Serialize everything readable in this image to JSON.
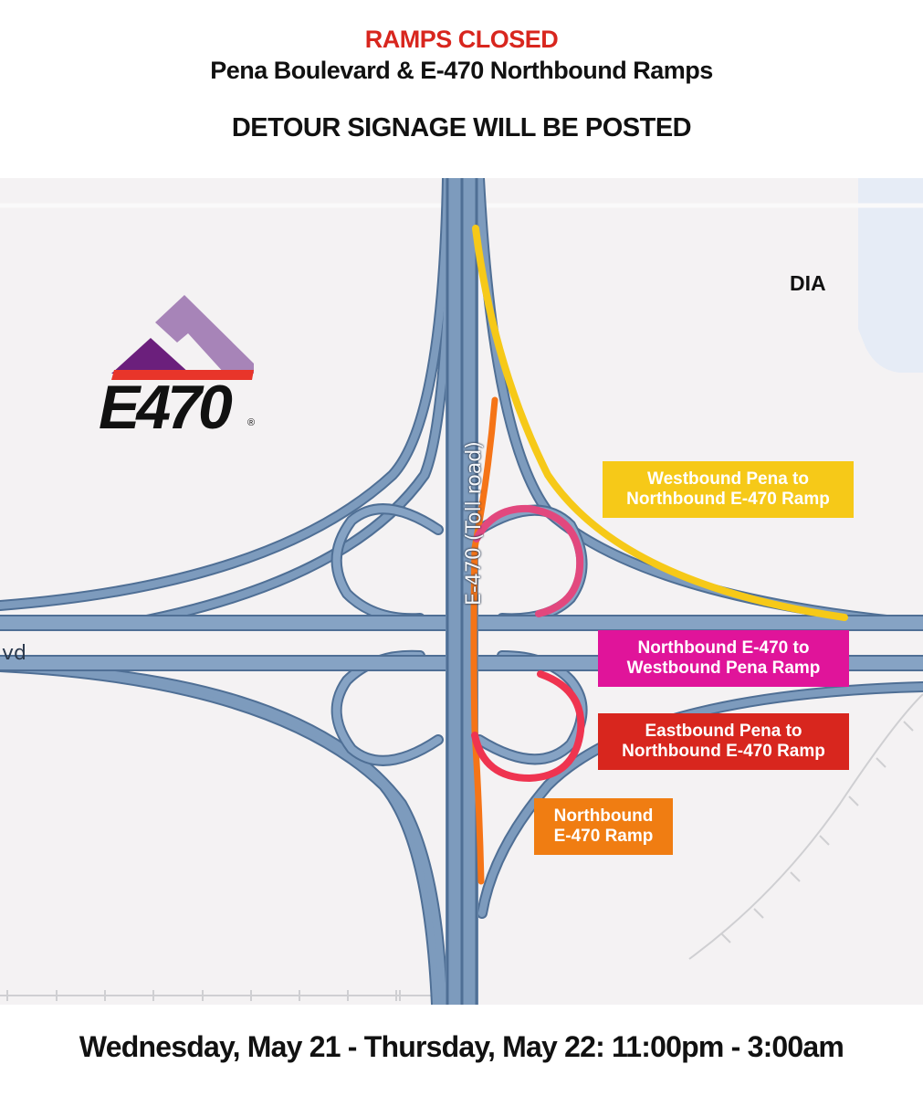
{
  "header": {
    "alert_title": "RAMPS CLOSED",
    "subtitle": "Pena Boulevard & E-470 Northbound Ramps",
    "notice": "DETOUR SIGNAGE WILL BE POSTED"
  },
  "map": {
    "road_labels": {
      "e470": "E-470 (Toll road)",
      "pena_partial": "vd",
      "dia": "DIA"
    },
    "logo": {
      "text": "E470",
      "registered": "®",
      "colors": {
        "dark_purple": "#6b1f7c",
        "light_purple": "#a784b8",
        "red_bar": "#e8352a"
      }
    },
    "road_color": "#7d9bbd",
    "road_outline": "#4f6f95",
    "closed_ramps": [
      {
        "id": "wb-pena-to-nb-e470",
        "line1": "Westbound Pena to",
        "line2": "Northbound E-470 Ramp",
        "color": "#f6c918"
      },
      {
        "id": "nb-e470-to-wb-pena",
        "line1": "Northbound E-470 to",
        "line2": "Westbound Pena Ramp",
        "color": "#e0149a"
      },
      {
        "id": "eb-pena-to-nb-e470",
        "line1": "Eastbound Pena to",
        "line2": "Northbound E-470 Ramp",
        "color": "#d8261e"
      },
      {
        "id": "nb-e470-ramp",
        "line1": "Northbound",
        "line2": "E-470 Ramp",
        "color": "#f07d12"
      }
    ],
    "ramp_line_colors": {
      "yellow": "#f6c918",
      "pink": "#e2487e",
      "red": "#ef3450",
      "orange": "#f57417"
    }
  },
  "footer": {
    "schedule": "Wednesday, May 21 - Thursday, May 22: 11:00pm - 3:00am"
  }
}
